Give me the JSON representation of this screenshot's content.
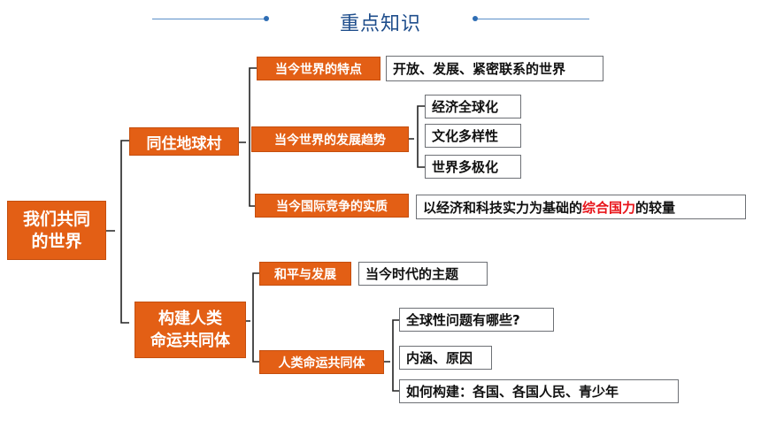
{
  "header": {
    "title": "重点知识"
  },
  "root": {
    "line1": "我们共同",
    "line2": "的世界"
  },
  "branch1": {
    "label": "同住地球村",
    "features": {
      "label": "当今世界的特点",
      "detail": "开放、发展、紧密联系的世界"
    },
    "trends": {
      "label": "当今世界的发展趋势",
      "items": [
        "经济全球化",
        "文化多样性",
        "世界多极化"
      ]
    },
    "competition": {
      "label": "当今国际竞争的实质",
      "detail_before": "以经济和科技实力为基础的",
      "detail_highlight": "综合国力",
      "detail_after": "的较量"
    }
  },
  "branch2": {
    "line1": "构建人类",
    "line2": "命运共同体",
    "peace": {
      "label": "和平与发展",
      "detail": "当今时代的主题"
    },
    "community": {
      "label": "人类命运共同体",
      "items": [
        "全球性问题有哪些?",
        "内涵、原因",
        "如何构建：各国、各国人民、青少年"
      ]
    }
  },
  "colors": {
    "accent": "#e35f15",
    "highlight": "#e8141a",
    "title": "#1f4e8c",
    "connector": "#222222"
  }
}
